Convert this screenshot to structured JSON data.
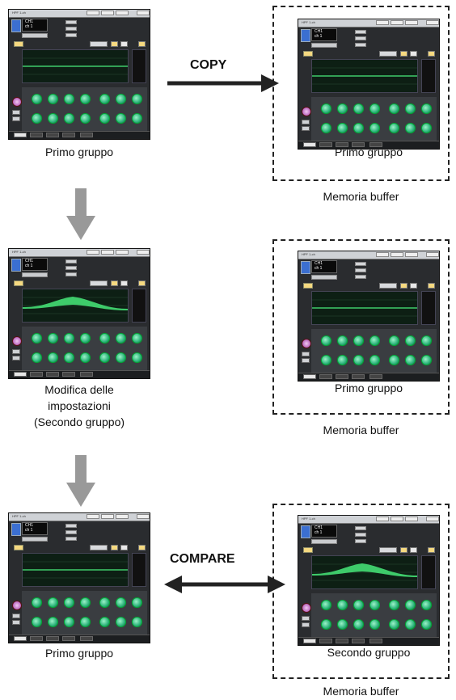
{
  "screens": [
    {
      "curve": "flat"
    },
    {
      "curve": "flat"
    },
    {
      "curve": "bump"
    },
    {
      "curve": "flat"
    },
    {
      "curve": "flat"
    },
    {
      "curve": "bump"
    }
  ],
  "screen_text": {
    "channel_id": "CH1",
    "channel_name": "ch 1"
  },
  "labels": {
    "row1_left": "Primo gruppo",
    "row1_right": "Primo gruppo",
    "row1_buffer": "Memoria buffer",
    "row2_left_line1": "Modifica delle",
    "row2_left_line2": "impostazioni",
    "row2_left_line3": "(Secondo gruppo)",
    "row2_right": "Primo gruppo",
    "row2_buffer": "Memoria buffer",
    "row3_left": "Primo gruppo",
    "row3_right": "Secondo gruppo",
    "row3_buffer": "Memoria buffer",
    "copy": "COPY",
    "compare": "COMPARE"
  },
  "colors": {
    "arrow_gray": "#999999",
    "eq_curve_fill": "#3ecb6a",
    "eq_bg": "#0d1f14",
    "knob_green": "#2bb37a"
  }
}
